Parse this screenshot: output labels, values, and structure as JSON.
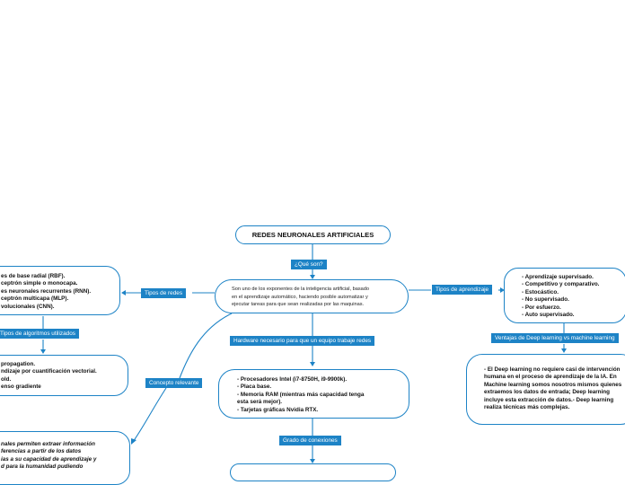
{
  "root": {
    "title": "REDES NEURONALES ARTIFICIALES"
  },
  "labels": {
    "que_son": "¿Qué son?",
    "tipos_de_redes": "Tipos de redes",
    "tipos_de_aprendizaje": "Tipos de aprendizaje",
    "hardware": "Hardware necesario para que un equipo trabaje redes",
    "tipos_algoritmos": "Tipos de algoritmos utilizados",
    "concepto_relevante": "Concepto relevante",
    "ventajas": "Ventajas de Deep learning vs machine learning",
    "grado_conexiones": "Grado de conexiones"
  },
  "definition": {
    "lines": [
      "Son uno de los exponentes de la inteligencia artificial, basado",
      "en el aprendizaje automático, haciendo posible automatizar y",
      "ejecutar tareas para que sean realizadas por las maquinas."
    ]
  },
  "tipos_de_redes": {
    "items": [
      "es de base radial (RBF).",
      "ceptrón simple o monocapa.",
      "es neuronales recurrentes (RNN).",
      "ceptrón multicapa (MLP).",
      "volucionales (CNN)."
    ]
  },
  "tipos_de_aprendizaje": {
    "items": [
      "- Aprendizaje supervisado.",
      "- Competitivo y comparativo.",
      "- Estocástico.",
      "- No supervisado.",
      "- Por esfuerzo.",
      "- Auto supervisado."
    ]
  },
  "hardware": {
    "items": [
      "- Procesadores Intel (i7-8750H, i9-9900k).",
      "- Placa base.",
      "- Memoria RAM (mientras más capacidad tenga",
      "  esta será mejor).",
      "- Tarjetas gráficas Nvidia RTX."
    ]
  },
  "algoritmos": {
    "items": [
      "propagation.",
      "ndizaje por cuantificación vectorial.",
      "old.",
      "enso gradiente"
    ]
  },
  "ventajas": {
    "items": [
      "- El Deep learning no requiere casi de intervención",
      "humana en el proceso de aprendizaje de la IA. En",
      "Machine learning somos nosotros mismos quienes",
      "extraemos los datos de entrada; Deep learning",
      "incluye esta extracción de datos.- Deep learning",
      "realiza técnicas más complejas."
    ]
  },
  "concepto": {
    "items": [
      "nales permiten extraer información",
      "ferencias a partir de los datos",
      "ias a su capacidad de aprendizaje y",
      "d para la humanidad pudiendo"
    ]
  },
  "colors": {
    "accent": "#1d83c6",
    "line": "#1d83c6"
  }
}
